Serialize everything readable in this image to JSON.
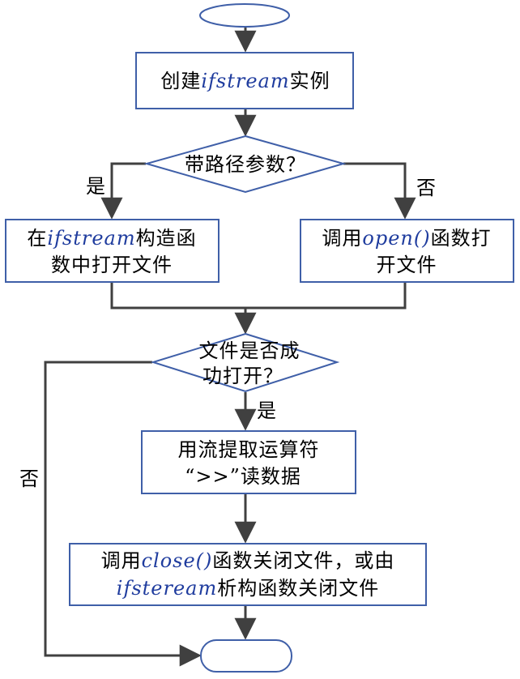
{
  "colors": {
    "node_stroke": "#3f5fa8",
    "node_fill": "#ffffff",
    "edge": "#404040",
    "keyword": "#1f3c9e"
  },
  "nodes": {
    "start": "",
    "create": {
      "pre": "创建",
      "kw": "ifstream",
      "post": "实例"
    },
    "decision_path": "带路径参数？",
    "open_ctor": {
      "l1_pre": "在",
      "l1_kw": "ifstream",
      "l1_post": "构造函",
      "l2": "数中打开文件"
    },
    "open_func": {
      "l1_pre": "调用",
      "l1_kw": "open()",
      "l1_post": "函数打",
      "l2": "开文件"
    },
    "decision_open": {
      "l1": "文件是否成",
      "l2": "功打开？"
    },
    "read": {
      "l1": "用流提取运算符",
      "l2": "“>>”读数据"
    },
    "close": {
      "l1_pre": "调用",
      "l1_kw": "close()",
      "l1_post": "函数关闭文件，或由",
      "l2_kw": "ifsteream",
      "l2_post": "析构函数关闭文件"
    },
    "end": ""
  },
  "edges": {
    "yes_path": "是",
    "no_path": "否",
    "yes_open": "是",
    "no_open": "否"
  }
}
